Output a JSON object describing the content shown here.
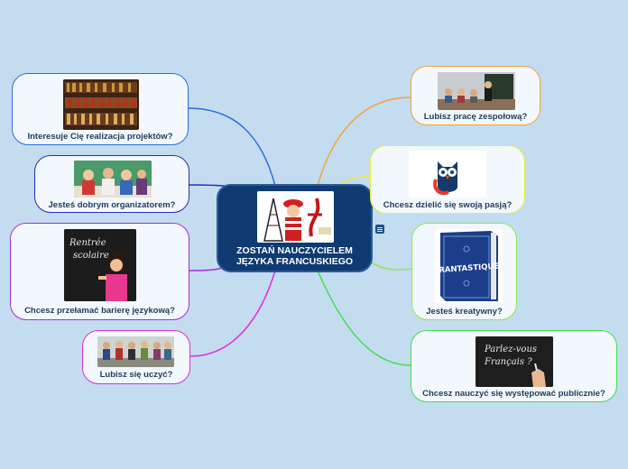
{
  "central": {
    "title_line1": "ZOSTAŃ NAUCZYCIELEM",
    "title_line2": "JĘZYKA FRANCUSKIEGO"
  },
  "colors": {
    "central_fill": "#0f3a72",
    "branch_projects": "#2a6de0",
    "branch_organizer": "#2b2ab8",
    "branch_language_barrier": "#a82ed0",
    "branch_learning": "#e02fd4",
    "branch_teamwork": "#f2a33a",
    "branch_passion": "#e8ef3a",
    "branch_creative": "#8fe84a",
    "branch_public_speaking": "#3fe04a"
  },
  "branches": {
    "projects": {
      "label": "Interesuje Cię realizacja projektów?",
      "image": "bookshelf-image"
    },
    "organizer": {
      "label": "Jesteś dobrym organizatorem?",
      "image": "students-group-image"
    },
    "language_barrier": {
      "label": "Chcesz przełamać barierę językową?",
      "image": "rentree-scolaire-chalkboard-image",
      "image_text_1": "Rentrée",
      "image_text_2": "scolaire"
    },
    "learning": {
      "label": "Lubisz się uczyć?",
      "image": "students-sitting-image"
    },
    "teamwork": {
      "label": "Lubisz pracę zespołową?",
      "image": "classroom-image"
    },
    "passion": {
      "label": "Chcesz dzielić się swoją pasją?",
      "image": "owl-image"
    },
    "creative": {
      "label": "Jesteś kreatywny?",
      "image": "frantastique-book-image",
      "image_text": "FRANTASTIQUE"
    },
    "public_speaking": {
      "label": "Chcesz nauczyć się występować publicznie?",
      "image": "parlez-vous-francais-chalkboard-image",
      "image_text_1": "Parlez-vous",
      "image_text_2": "Français ?"
    }
  }
}
